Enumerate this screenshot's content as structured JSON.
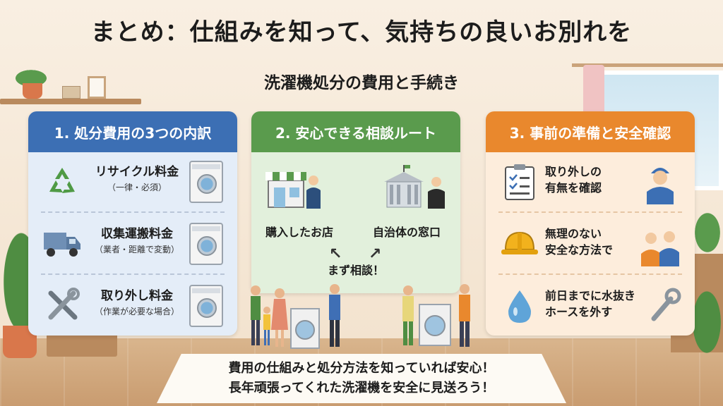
{
  "header": {
    "title": "まとめ：仕組みを知って、気持ちの良いお別れを",
    "subtitle": "洗濯機処分の費用と手続き"
  },
  "panel_costs": {
    "heading": "1. 処分費用の3つの内訳",
    "color": "#3c6fb4",
    "items": [
      {
        "title": "リサイクル料金",
        "note": "（一律・必須）",
        "icon": "recycle-icon"
      },
      {
        "title": "収集運搬料金",
        "note": "（業者・距離で変動）",
        "icon": "truck-icon"
      },
      {
        "title": "取り外し料金",
        "note": "（作業が必要な場合）",
        "icon": "tools-icon"
      }
    ]
  },
  "panel_route": {
    "heading": "2. 安心できる相談ルート",
    "color": "#5a9b4d",
    "store_label": "購入したお店",
    "office_label": "自治体の窓口",
    "consult_label": "まず相談！"
  },
  "panel_prep": {
    "heading": "3. 事前の準備と安全確認",
    "color": "#e9882d",
    "items": [
      {
        "line1": "取り外しの",
        "line2": "有無を確認",
        "icon": "checklist-icon"
      },
      {
        "line1": "無理のない",
        "line2": "安全な方法で",
        "icon": "helmet-icon"
      },
      {
        "line1": "前日までに水抜き",
        "line2": "ホースを外す",
        "icon": "water-drop-icon"
      }
    ]
  },
  "banner": {
    "line1": "費用の仕組みと処分方法を知っていれば安心！",
    "line2": "長年頑張ってくれた洗濯機を安全に見送ろう！"
  }
}
